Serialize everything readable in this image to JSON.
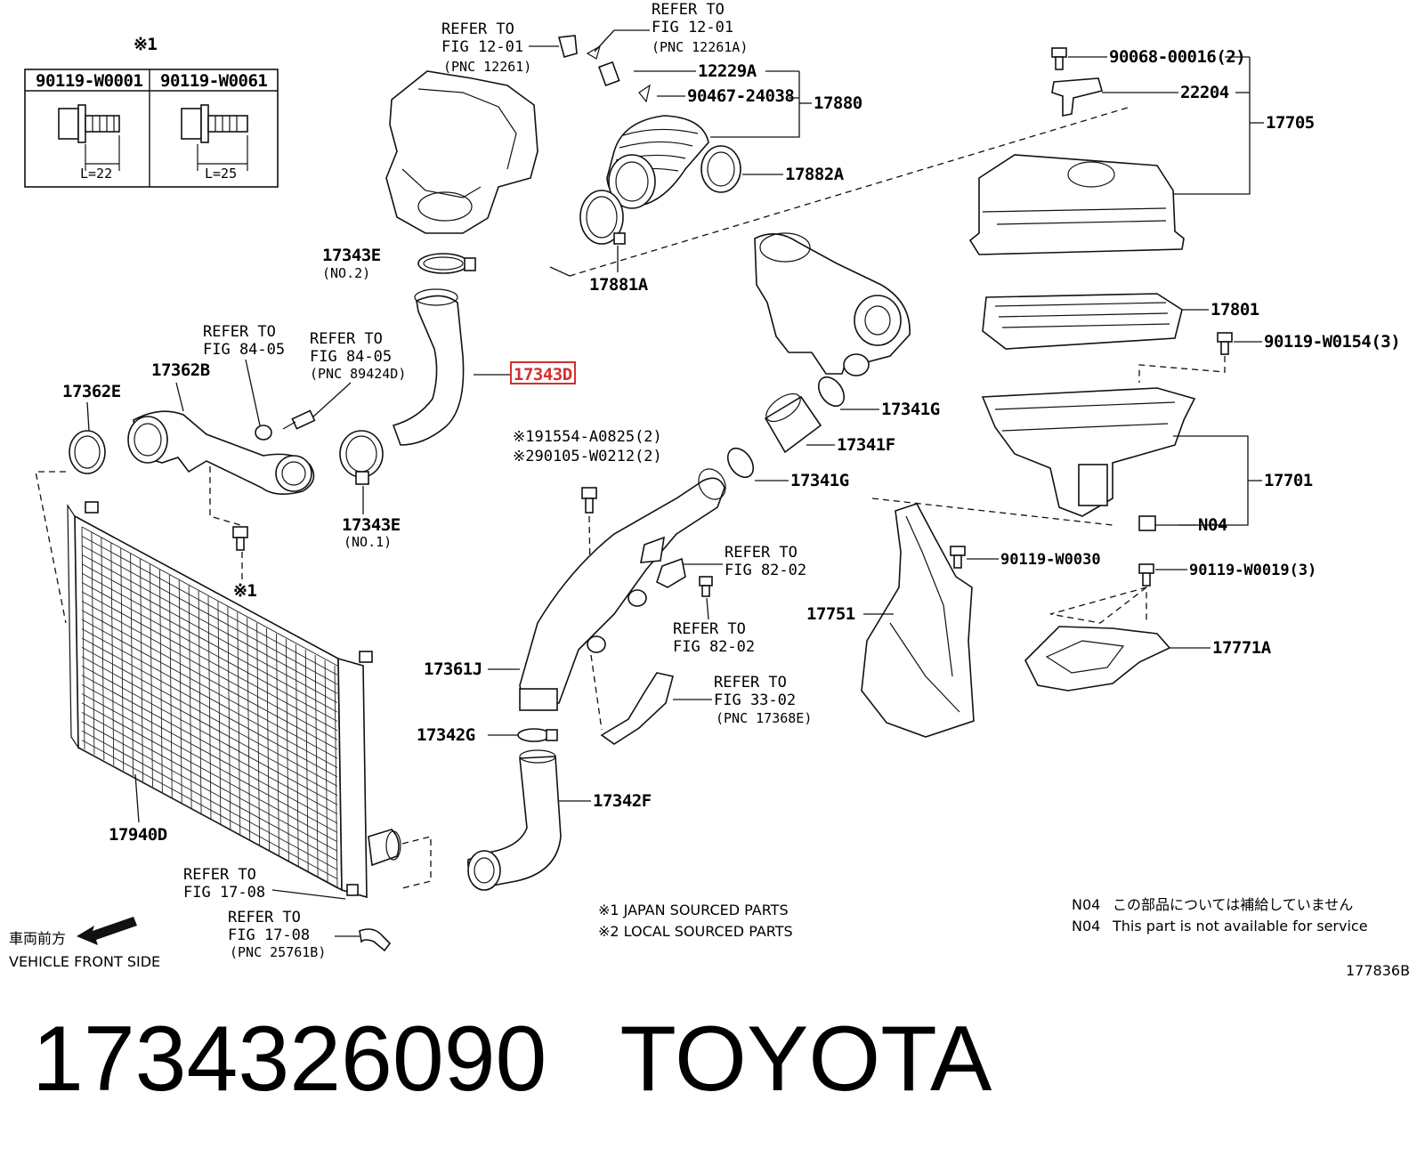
{
  "diagram": {
    "bolt_table": {
      "mark": "※1",
      "col1": {
        "part": "90119-W0001",
        "length": "L=22"
      },
      "col2": {
        "part": "90119-W0061",
        "length": "L=25"
      }
    },
    "labels": {
      "p17343E_a": "17343E",
      "p17343E_a_sub": "(NO.2)",
      "p17343D": "17343D",
      "p17343E_b": "17343E",
      "p17343E_b_sub": "(NO.1)",
      "p17362E": "17362E",
      "p17362B": "17362B",
      "p17361J": "17361J",
      "p17342G": "17342G",
      "p17342F": "17342F",
      "p17940D": "17940D",
      "p17880": "17880",
      "p12229A": "12229A",
      "p90467": "90467-24038",
      "p17882A": "17882A",
      "p17881A": "17881A",
      "p17341G_a": "17341G",
      "p17341F": "17341F",
      "p17341G_b": "17341G",
      "p17705": "17705",
      "p90068": "90068-00016(2)",
      "p22204": "22204",
      "p17801": "17801",
      "p90119_W0154": "90119-W0154(3)",
      "p17701": "17701",
      "pN04": "N04",
      "p90119_W0030": "90119-W0030",
      "p17751": "17751",
      "p90119_W0019": "90119-W0019(3)",
      "p17771A": "17771A",
      "mark1_bottom": "※1",
      "star_bolt_1": "※191554-A0825(2)",
      "star_bolt_2": "※290105-W0212(2)"
    },
    "refs": {
      "r1": [
        "REFER TO",
        "FIG 12-01",
        "(PNC 12261)"
      ],
      "r2": [
        "REFER TO",
        "FIG 12-01",
        "(PNC 12261A)"
      ],
      "r3": [
        "REFER TO",
        "FIG 84-05"
      ],
      "r4": [
        "REFER TO",
        "FIG 84-05",
        "(PNC 89424D)"
      ],
      "r5": [
        "REFER TO",
        "FIG 82-02"
      ],
      "r6": [
        "REFER TO",
        "FIG 82-02"
      ],
      "r7": [
        "REFER TO",
        "FIG 33-02",
        "(PNC 17368E)"
      ],
      "r8": [
        "REFER TO",
        "FIG 17-08"
      ],
      "r9": [
        "REFER TO",
        "FIG 17-08",
        "(PNC 25761B)"
      ]
    },
    "notes": {
      "japan": "※1 JAPAN SOURCED PARTS",
      "local": "※2 LOCAL SOURCED PARTS",
      "n04_jp_code": "N04",
      "n04_jp": "この部品については補給していません",
      "n04_en_code": "N04",
      "n04_en": "This part is not available for service",
      "front_jp": "車両前方",
      "front_en": "VEHICLE FRONT SIDE",
      "fig_no": "177836B"
    },
    "highlight_color": "#d32f2f"
  },
  "footer": {
    "part_number": "1734326090",
    "brand": "TOYOTA"
  }
}
